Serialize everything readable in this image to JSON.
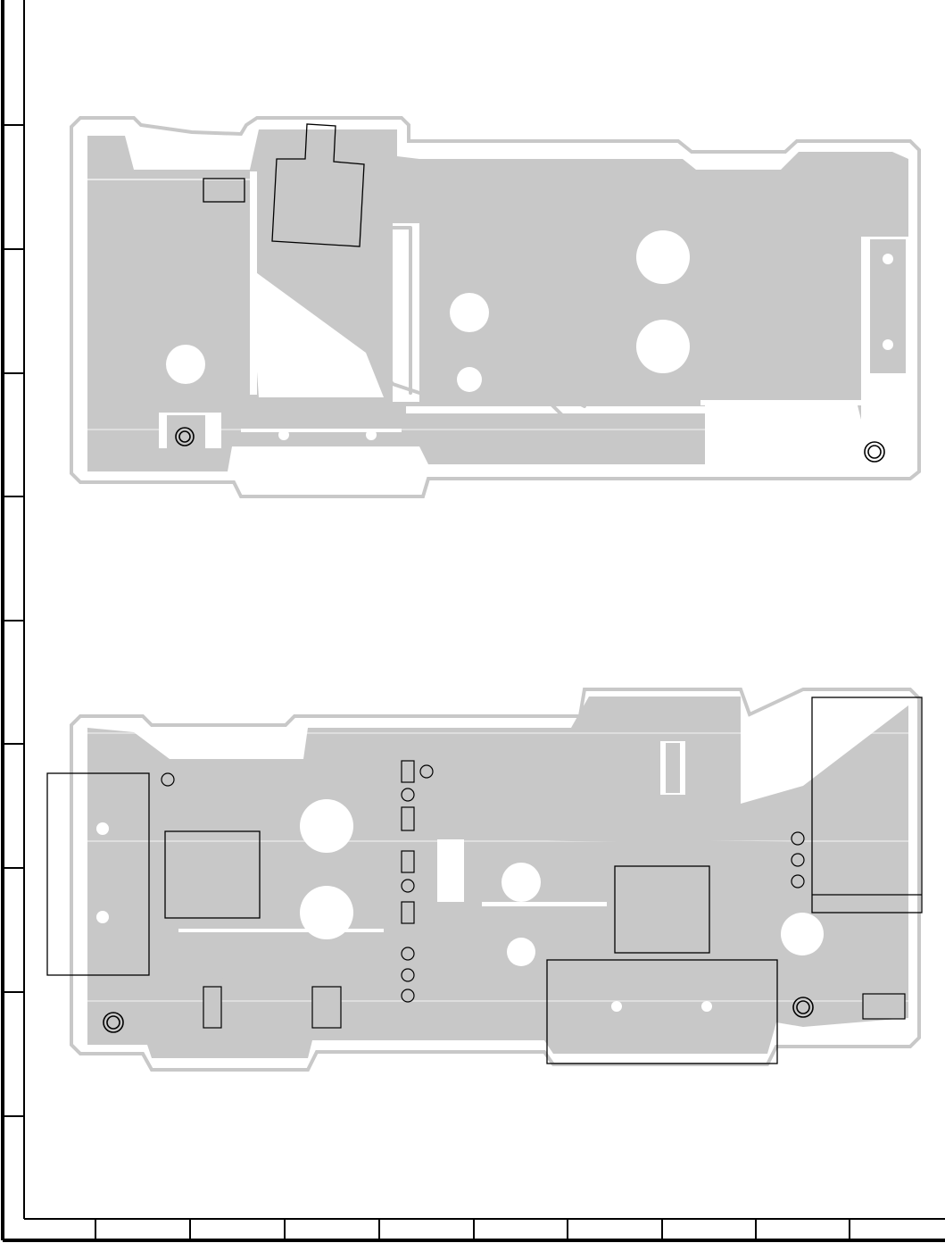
{
  "document": {
    "type": "pcb-wiring-side-view",
    "text_labels": []
  },
  "colors": {
    "copper": "#c8c8c8",
    "outline": "#c8c8c8",
    "silkscreen": "#000000",
    "background": "#ffffff"
  },
  "frame": {
    "left_ruler_divisions": 10,
    "bottom_ruler_divisions": 10
  },
  "boards": [
    {
      "id": "board-top",
      "side": "upper"
    },
    {
      "id": "board-bottom",
      "side": "lower"
    }
  ]
}
